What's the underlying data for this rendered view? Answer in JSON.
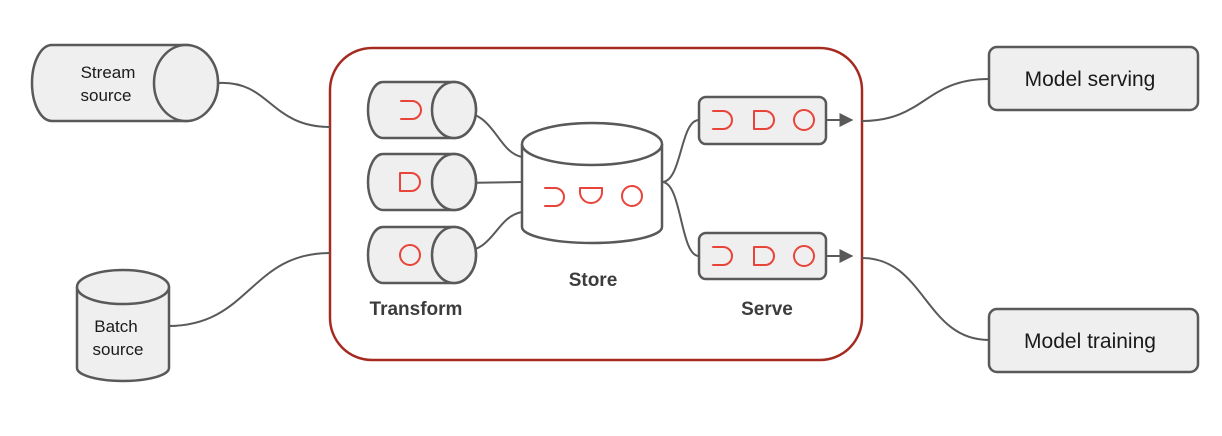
{
  "sources": {
    "stream": {
      "line1": "Stream",
      "line2": "source"
    },
    "batch": {
      "line1": "Batch",
      "line2": "source"
    }
  },
  "sections": {
    "transform": "Transform",
    "store": "Store",
    "serve": "Serve"
  },
  "outputs": {
    "serving": "Model serving",
    "training": "Model training"
  },
  "colors": {
    "frame": "#a52a1f",
    "feature": "#e8443a",
    "shape_fill": "#efefef",
    "line": "#595959"
  }
}
